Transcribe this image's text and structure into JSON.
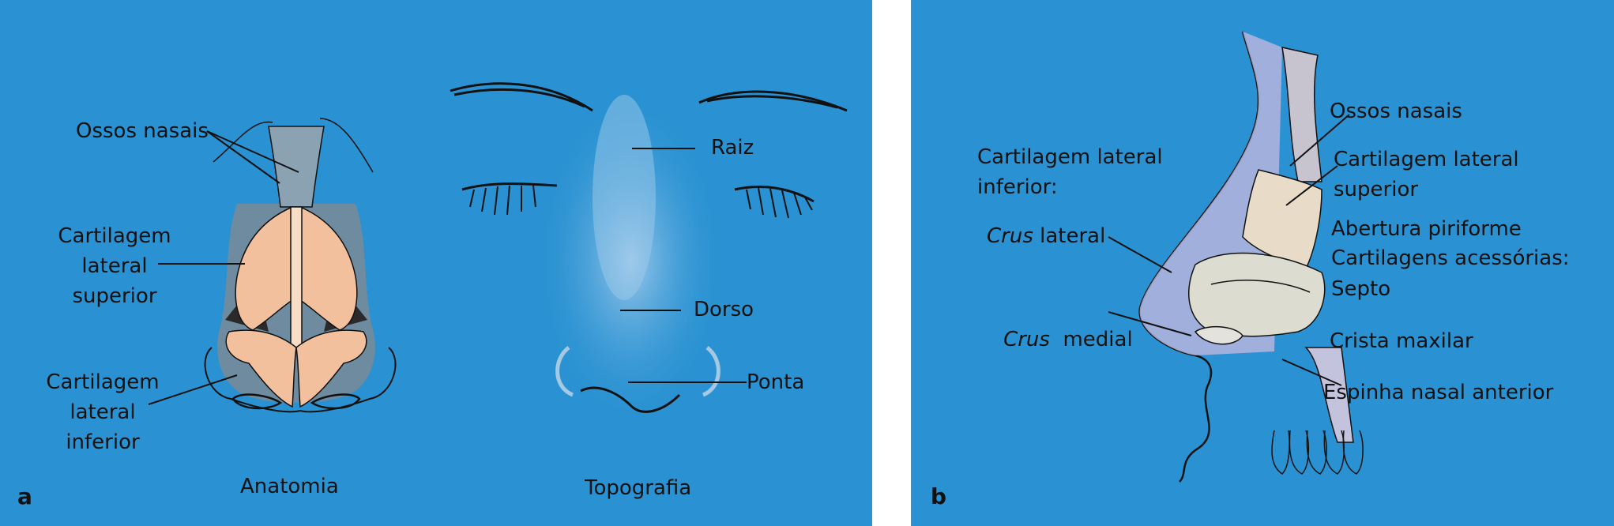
{
  "panel_a": {
    "letter": "a",
    "anatomy": {
      "caption": "Anatomia",
      "labels": {
        "ossos_nasais": "Ossos nasais",
        "cartilagem_superior": [
          "Cartilagem",
          "lateral",
          "superior"
        ],
        "cartilagem_inferior": [
          "Cartilagem",
          "lateral",
          "inferior"
        ]
      }
    },
    "topography": {
      "caption": "Topografia",
      "labels": {
        "raiz": "Raiz",
        "dorso": "Dorso",
        "ponta": "Ponta"
      }
    }
  },
  "panel_b": {
    "letter": "b",
    "labels": {
      "ossos_nasais": "Ossos nasais",
      "cartilagem_superior": [
        "Cartilagem lateral",
        "superior"
      ],
      "abertura": "Abertura piriforme",
      "acessorias": "Cartilagens acessórias:",
      "septo": "Septo",
      "crista": "Crista maxilar",
      "espinha": "Espinha nasal anterior",
      "cartilagem_inferior": [
        "Cartilagem lateral",
        "inferior:"
      ],
      "crus_lateral": {
        "italic": "Crus",
        "rest": " lateral"
      },
      "crus_medial": {
        "italic": "Crus",
        "rest": "  medial"
      }
    }
  },
  "colors": {
    "background": "#2a92d2",
    "cartilage": "#f2c09c",
    "bone": "#c9a07c",
    "soft_tissue": "#b5b4dd",
    "leader": "#111111"
  }
}
